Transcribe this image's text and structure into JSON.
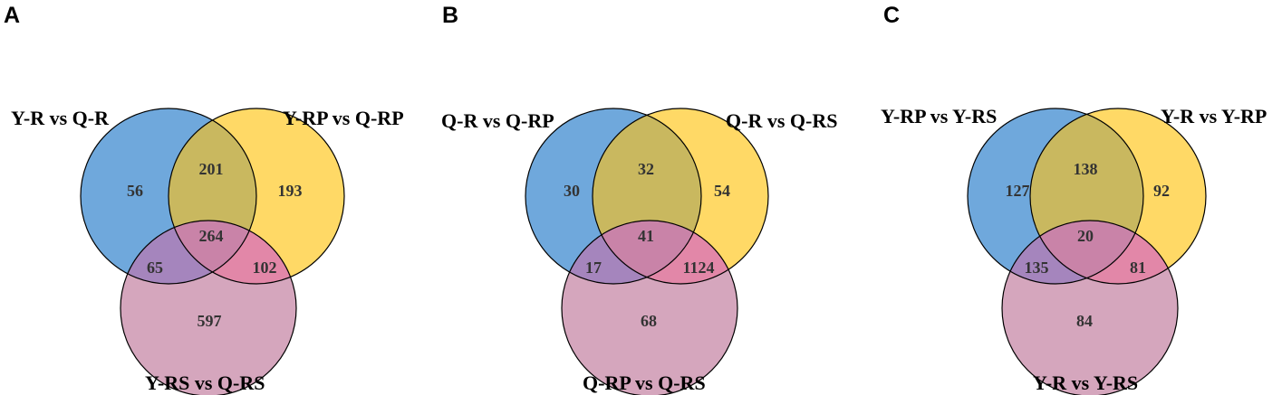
{
  "colors": {
    "set_a": "#6fa8dc",
    "set_b": "#ffd966",
    "set_c": "#d5a6bd",
    "ab": "#c9b85f",
    "ac": "#a585bd",
    "bc": "#e287a8",
    "abc": "#c983a8"
  },
  "panels": [
    {
      "letter": "A",
      "set_labels": [
        "Y-R vs Q-R",
        "Y-RP vs Q-RP",
        "Y-RS vs Q-RS"
      ],
      "counts": {
        "a_only": "56",
        "ab": "201",
        "b_only": "193",
        "abc": "264",
        "ac": "65",
        "bc": "102",
        "c_only": "597"
      }
    },
    {
      "letter": "B",
      "set_labels": [
        "Q-R vs Q-RP",
        "Q-R vs Q-RS",
        "Q-RP vs Q-RS"
      ],
      "counts": {
        "a_only": "30",
        "ab": "32",
        "b_only": "54",
        "abc": "41",
        "ac": "17",
        "bc": "1124",
        "c_only": "68"
      }
    },
    {
      "letter": "C",
      "set_labels": [
        "Y-RP vs Y-RS",
        "Y-R vs Y-RP",
        "Y-R vs Y-RS"
      ],
      "counts": {
        "a_only": "127",
        "ab": "138",
        "b_only": "92",
        "abc": "20",
        "ac": "135",
        "bc": "81",
        "c_only": "84"
      }
    }
  ]
}
